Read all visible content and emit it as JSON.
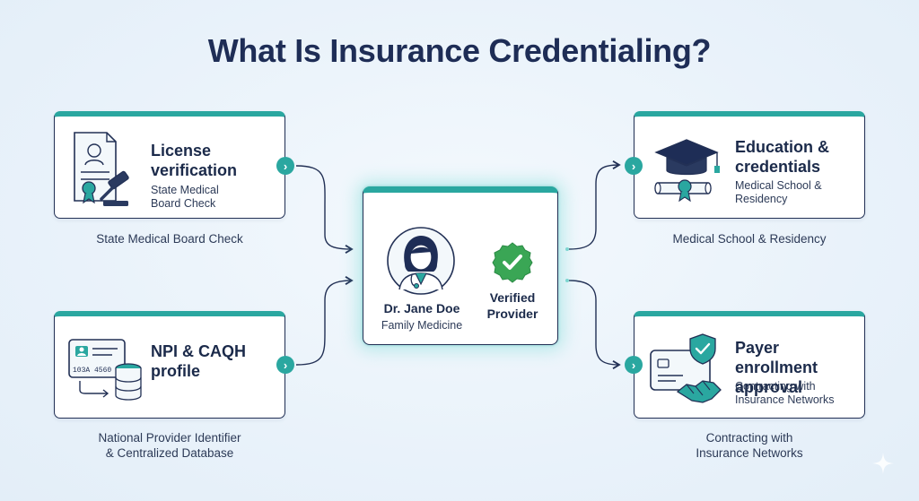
{
  "title": "What Is Insurance Credentialing?",
  "center": {
    "name": "Dr. Jane Doe",
    "specialty": "Family Medicine",
    "status_line1": "Verified",
    "status_line2": "Provider"
  },
  "cards": {
    "license": {
      "head_line1": "License",
      "head_line2": "verification",
      "sub_line1": "State Medical",
      "sub_line2": "Board Check",
      "caption": "State Medical Board Check",
      "icon": "license-certificate-gavel-icon"
    },
    "npi": {
      "head_line1": "NPI & CAQH",
      "head_line2": "profile",
      "id_text": "103A 4560",
      "caption_line1": "National Provider Identifier",
      "caption_line2": "& Centralized Database",
      "icon": "id-card-database-icon"
    },
    "education": {
      "head_line1": "Education &",
      "head_line2": "credentials",
      "sub_line1": "Medical School &",
      "sub_line2": "Residency",
      "caption": "Medical School & Residency",
      "icon": "graduation-cap-diploma-icon"
    },
    "payer": {
      "head_line1": "Payer enrollment",
      "head_line2": "approval",
      "sub_line1": "Contracting with",
      "sub_line2": "Insurance Networks",
      "caption_line1": "Contracting with",
      "caption_line2": "Insurance Networks",
      "icon": "card-shield-handshake-icon"
    }
  },
  "colors": {
    "accent": "#2aa7a0",
    "navy": "#1e2d56",
    "verified_green": "#3aa655"
  }
}
